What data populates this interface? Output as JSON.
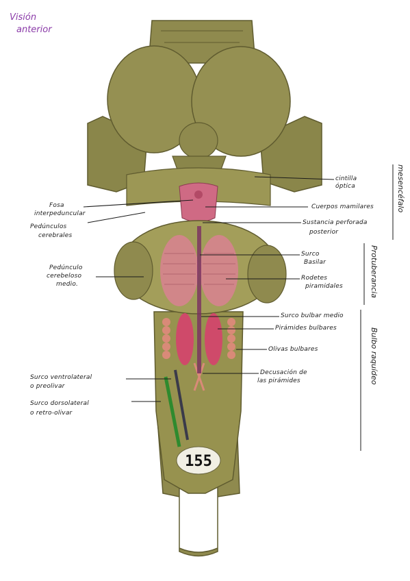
{
  "title": {
    "line1": "Visión",
    "line2": "anterior"
  },
  "colors": {
    "model": "#8f8a4e",
    "model_dark": "#5f5b2f",
    "pink": "#d9708a",
    "red": "#cf4a6a",
    "purple": "#7a2f62",
    "green": "#2e8a2e",
    "sections_label": "#1a1a1a"
  },
  "labels": {
    "cintilla": "cintilla óptica",
    "fosa_l1": "Fosa",
    "fosa_l2": "interpeduncular",
    "pedunculos_l1": "Pedúnculos",
    "pedunculos_l2": "cerebrales",
    "cuerpos": "Cuerpos mamilares",
    "sustancia_l1": "Sustancia perforada",
    "sustancia_l2": "posterior",
    "surco_basilar_l1": "Surco",
    "surco_basilar_l2": "Basilar",
    "pedunculo_medio_l1": "Pedúnculo",
    "pedunculo_medio_l2": "cerebeloso",
    "pedunculo_medio_l3": "medio.",
    "rodetes_l1": "Rodetes",
    "rodetes_l2": "piramidales",
    "surco_bulbar": "Surco bulbar medio",
    "piramides": "Pirámides bulbares",
    "olivas": "Olivas bulbares",
    "decusacion_l1": "Decusación de",
    "decusacion_l2": "las pirámides",
    "surco_ventro_l1": "Surco ventrolateral",
    "surco_ventro_l2": "o preolivar",
    "surco_dorso_l1": "Surco dorsolateral",
    "surco_dorso_l2": "o retro-olivar"
  },
  "sections": {
    "mesencefalo": "mesencéfalo",
    "protuberancia": "Protuberancia",
    "bulbo": "Bulbo raquídeo"
  },
  "specimen_tag": "155"
}
